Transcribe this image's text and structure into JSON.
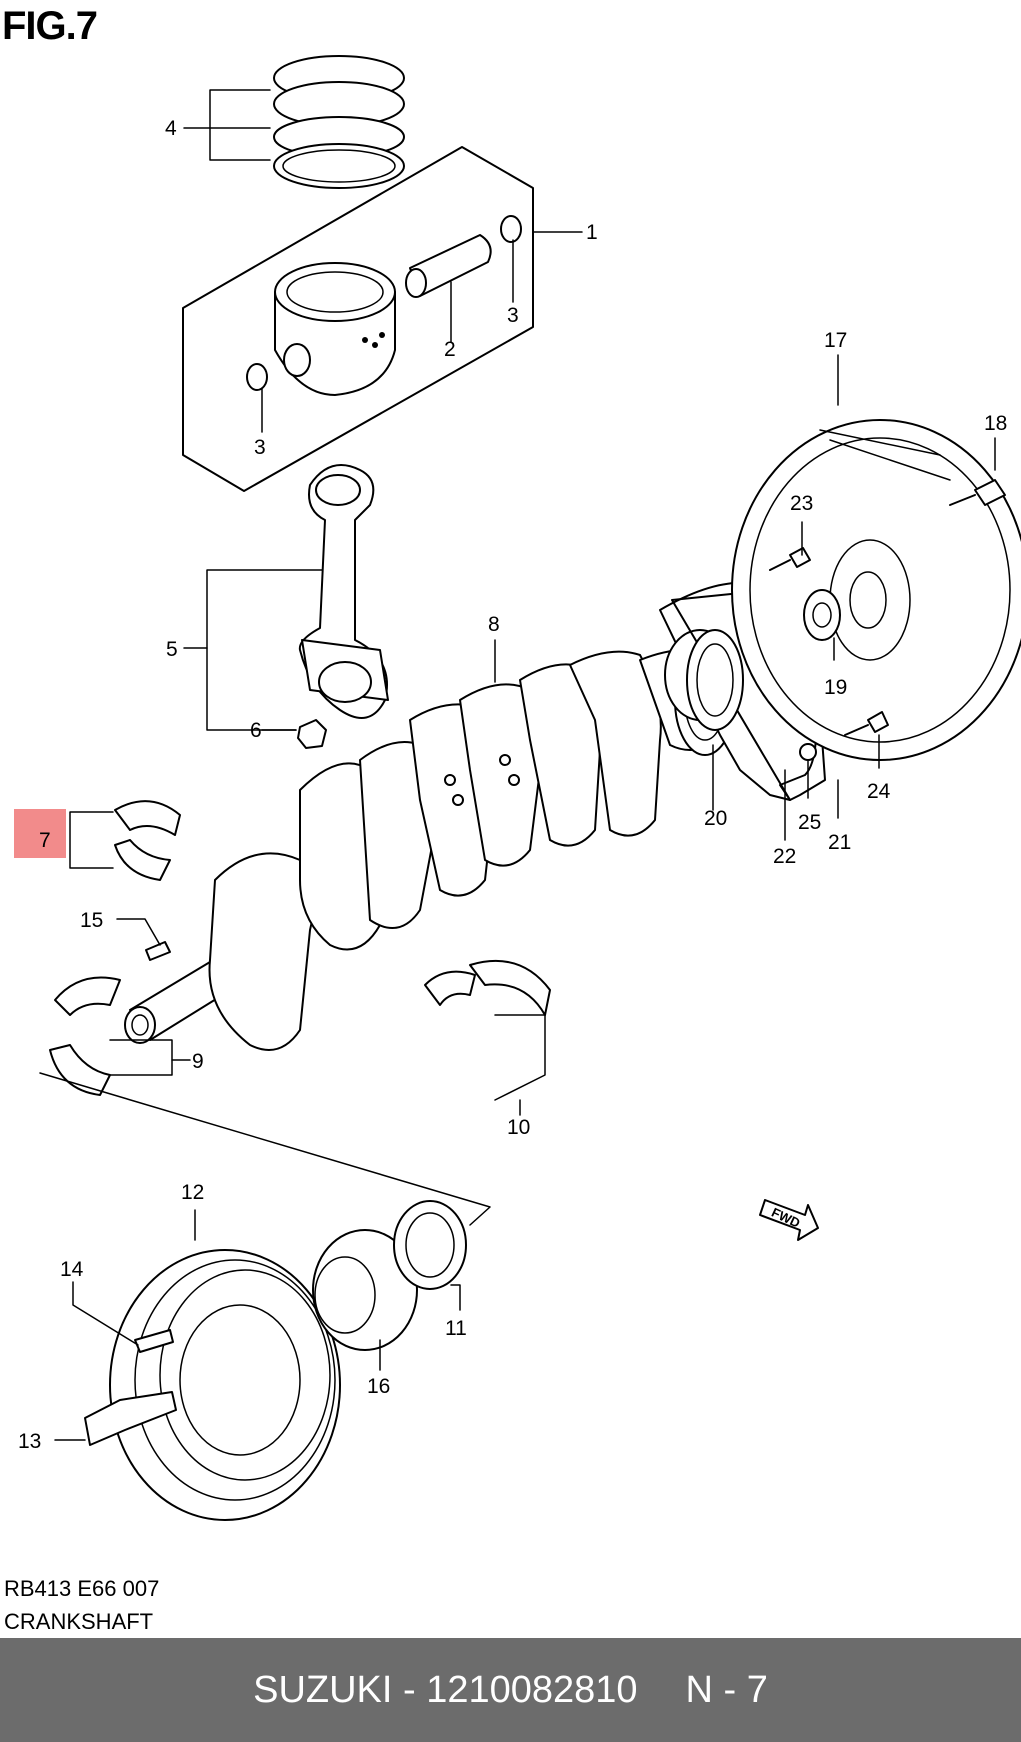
{
  "figure": {
    "title": "FIG.7"
  },
  "callouts": [
    {
      "id": "1",
      "label": "1"
    },
    {
      "id": "2",
      "label": "2"
    },
    {
      "id": "3a",
      "label": "3"
    },
    {
      "id": "3b",
      "label": "3"
    },
    {
      "id": "4",
      "label": "4"
    },
    {
      "id": "5",
      "label": "5"
    },
    {
      "id": "6",
      "label": "6"
    },
    {
      "id": "7",
      "label": "7",
      "highlighted": true
    },
    {
      "id": "8",
      "label": "8"
    },
    {
      "id": "9",
      "label": "9"
    },
    {
      "id": "10",
      "label": "10"
    },
    {
      "id": "11",
      "label": "11"
    },
    {
      "id": "12",
      "label": "12"
    },
    {
      "id": "13",
      "label": "13"
    },
    {
      "id": "14",
      "label": "14"
    },
    {
      "id": "15",
      "label": "15"
    },
    {
      "id": "16",
      "label": "16"
    },
    {
      "id": "17",
      "label": "17"
    },
    {
      "id": "18",
      "label": "18"
    },
    {
      "id": "19",
      "label": "19"
    },
    {
      "id": "20",
      "label": "20"
    },
    {
      "id": "21",
      "label": "21"
    },
    {
      "id": "22",
      "label": "22"
    },
    {
      "id": "23",
      "label": "23"
    },
    {
      "id": "24",
      "label": "24"
    },
    {
      "id": "25",
      "label": "25"
    }
  ],
  "fwd_arrow": {
    "label": "FWD"
  },
  "caption": {
    "code": "RB413 E66 007",
    "name": "CRANKSHAFT"
  },
  "footer": {
    "brand_part": "SUZUKI - 1210082810",
    "page": "N - 7"
  },
  "colors": {
    "highlight": "#f28b8b",
    "footer_bg": "#6c6c6c",
    "footer_text": "#ffffff"
  }
}
